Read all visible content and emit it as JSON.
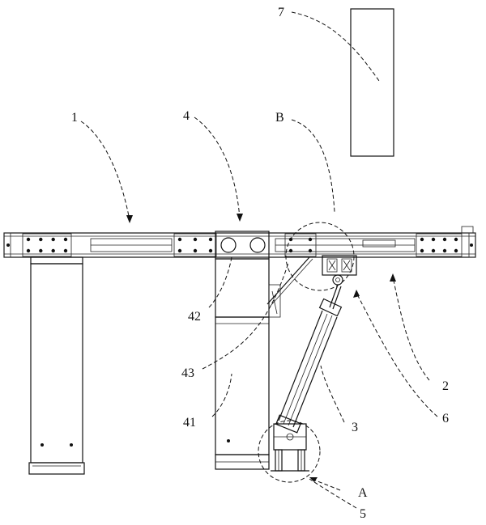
{
  "labels": {
    "l1": "1",
    "l4": "4",
    "lB": "B",
    "l7": "7",
    "l42": "42",
    "l43": "43",
    "l41": "41",
    "l2": "2",
    "l6": "6",
    "l3": "3",
    "lA": "A",
    "l5": "5"
  }
}
